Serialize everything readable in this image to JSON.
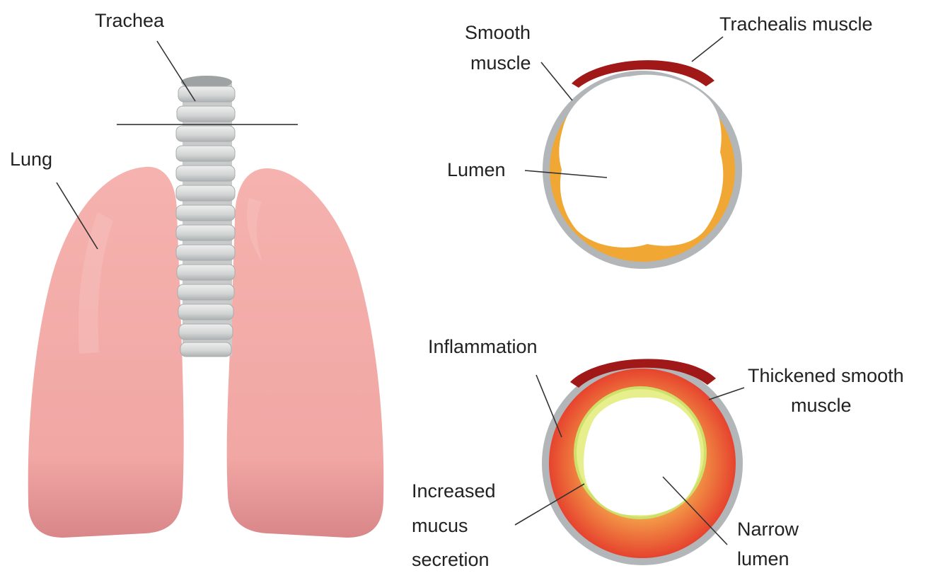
{
  "labels": {
    "trachea": "Trachea",
    "lung": "Lung",
    "smooth_muscle": [
      "Smooth",
      "muscle"
    ],
    "trachealis_muscle": "Trachealis muscle",
    "lumen": "Lumen",
    "inflammation": "Inflammation",
    "thickened_smooth_muscle": [
      "Thickened smooth",
      "muscle"
    ],
    "increased_mucus_secretion": [
      "Increased",
      "mucus",
      "secretion"
    ],
    "narrow_lumen": [
      "Narrow",
      "lumen"
    ]
  },
  "colors": {
    "lung": "#f2a9a6",
    "lung_shade": "#d9888a",
    "trachea_ring": "#d4d6d6",
    "airway_wall": "#b3b6b8",
    "smooth_muscle": "#f0a733",
    "trachealis_muscle": "#a01818",
    "inflamed_muscle": "#e8472e",
    "mucus": "#e6ef8c"
  }
}
